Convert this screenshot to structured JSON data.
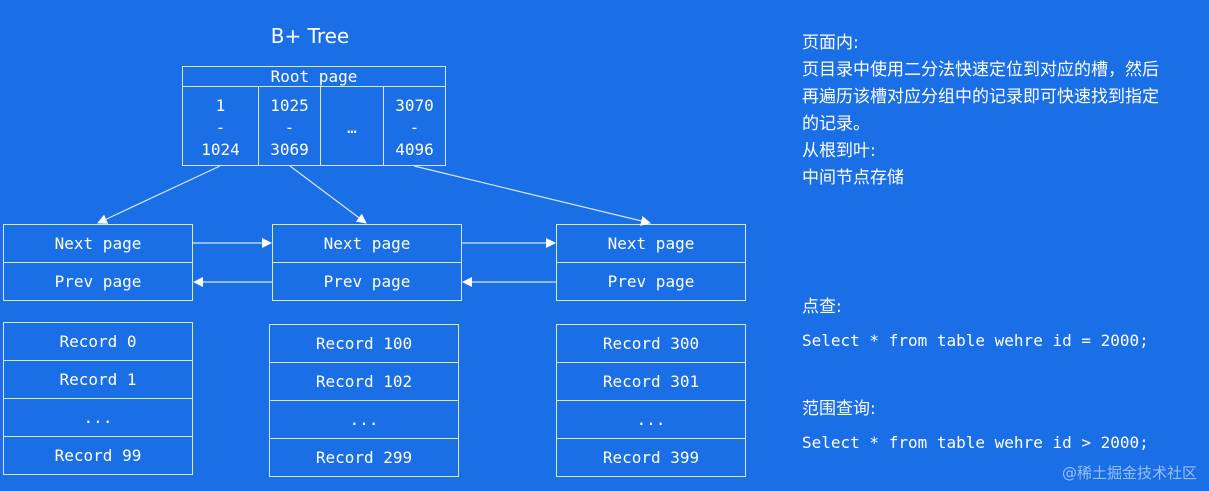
{
  "tree": {
    "title": "B+ Tree",
    "root": {
      "header": "Root page",
      "keys": [
        {
          "top": "1",
          "dash": "-",
          "bottom": "1024"
        },
        {
          "top": "1025",
          "dash": "-",
          "bottom": "3069"
        },
        {
          "middle": "…"
        },
        {
          "top": "3070",
          "dash": "-",
          "bottom": "4096"
        }
      ]
    },
    "leaves": [
      {
        "next": "Next page",
        "prev": "Prev page",
        "records": [
          "Record 0",
          "Record 1",
          "...",
          "Record 99"
        ]
      },
      {
        "next": "Next page",
        "prev": "Prev page",
        "records": [
          "Record 100",
          "Record 102",
          "...",
          "Record 299"
        ]
      },
      {
        "next": "Next page",
        "prev": "Prev page",
        "records": [
          "Record 300",
          "Record 301",
          "...",
          "Record 399"
        ]
      }
    ]
  },
  "notes": {
    "in_page_label": "页面内:",
    "in_page_text_1": "页目录中使用二分法快速定位到对应的槽，然后",
    "in_page_text_2": "再遍历该槽对应分组中的记录即可快速找到指定",
    "in_page_text_3": "的记录。",
    "root_to_leaf_label": "从根到叶:",
    "root_to_leaf_text": "中间节点存储",
    "point_query_label": "点查:",
    "point_query_sql": "Select * from table wehre id = 2000;",
    "range_query_label": "范围查询:",
    "range_query_sql": "Select * from table wehre id > 2000;"
  },
  "watermark": "@稀土掘金技术社区",
  "colors": {
    "background": "#1a6ee6",
    "line": "#d8e6fb",
    "text": "#ffffff"
  }
}
